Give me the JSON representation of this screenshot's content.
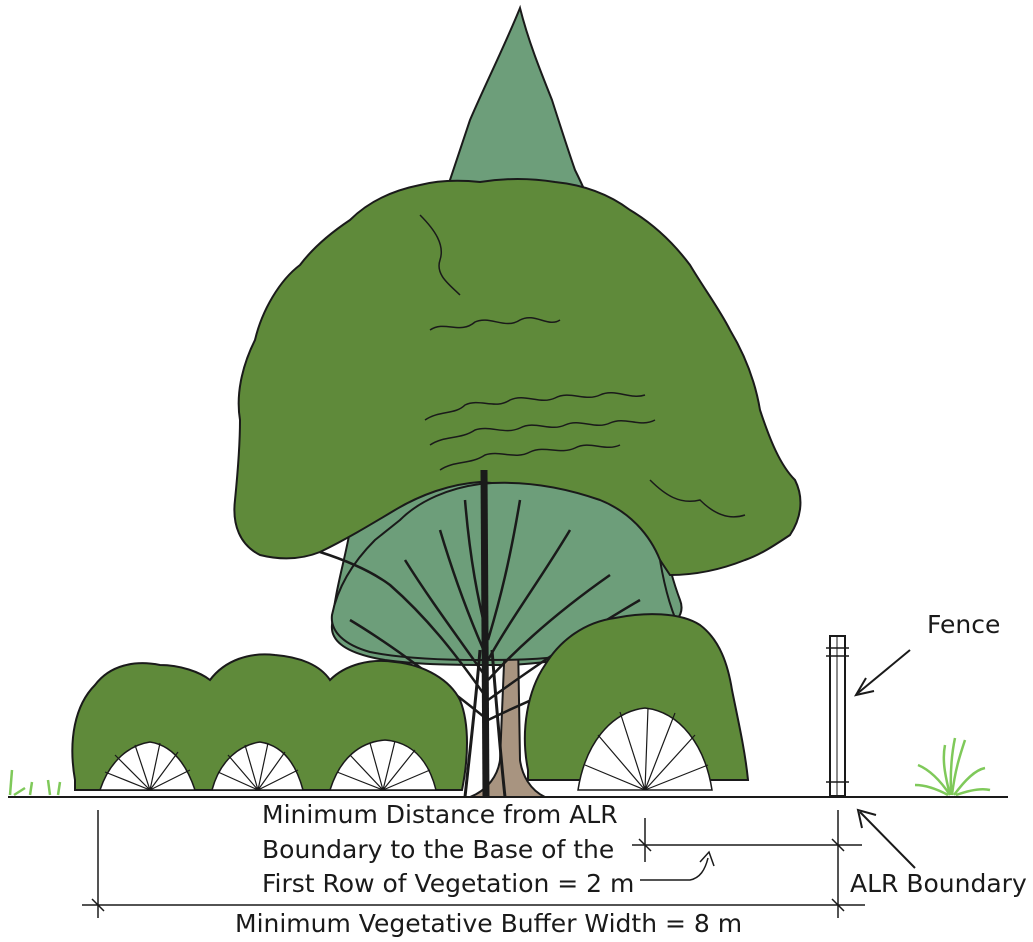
{
  "labels": {
    "fence": "Fence",
    "alr_boundary": "ALR Boundary",
    "min_distance": [
      "Minimum Distance from ALR",
      "Boundary to the Base of the",
      "First Row of Vegetation = 2 m"
    ],
    "buffer_width": "Minimum Vegetative Buffer Width = 8 m"
  },
  "colors": {
    "canopy_dark": "#5f8a3a",
    "canopy_light": "#6d9e7a",
    "trunk": "#a89480",
    "outline": "#1a1a1a",
    "grass": "#7fc95a"
  }
}
